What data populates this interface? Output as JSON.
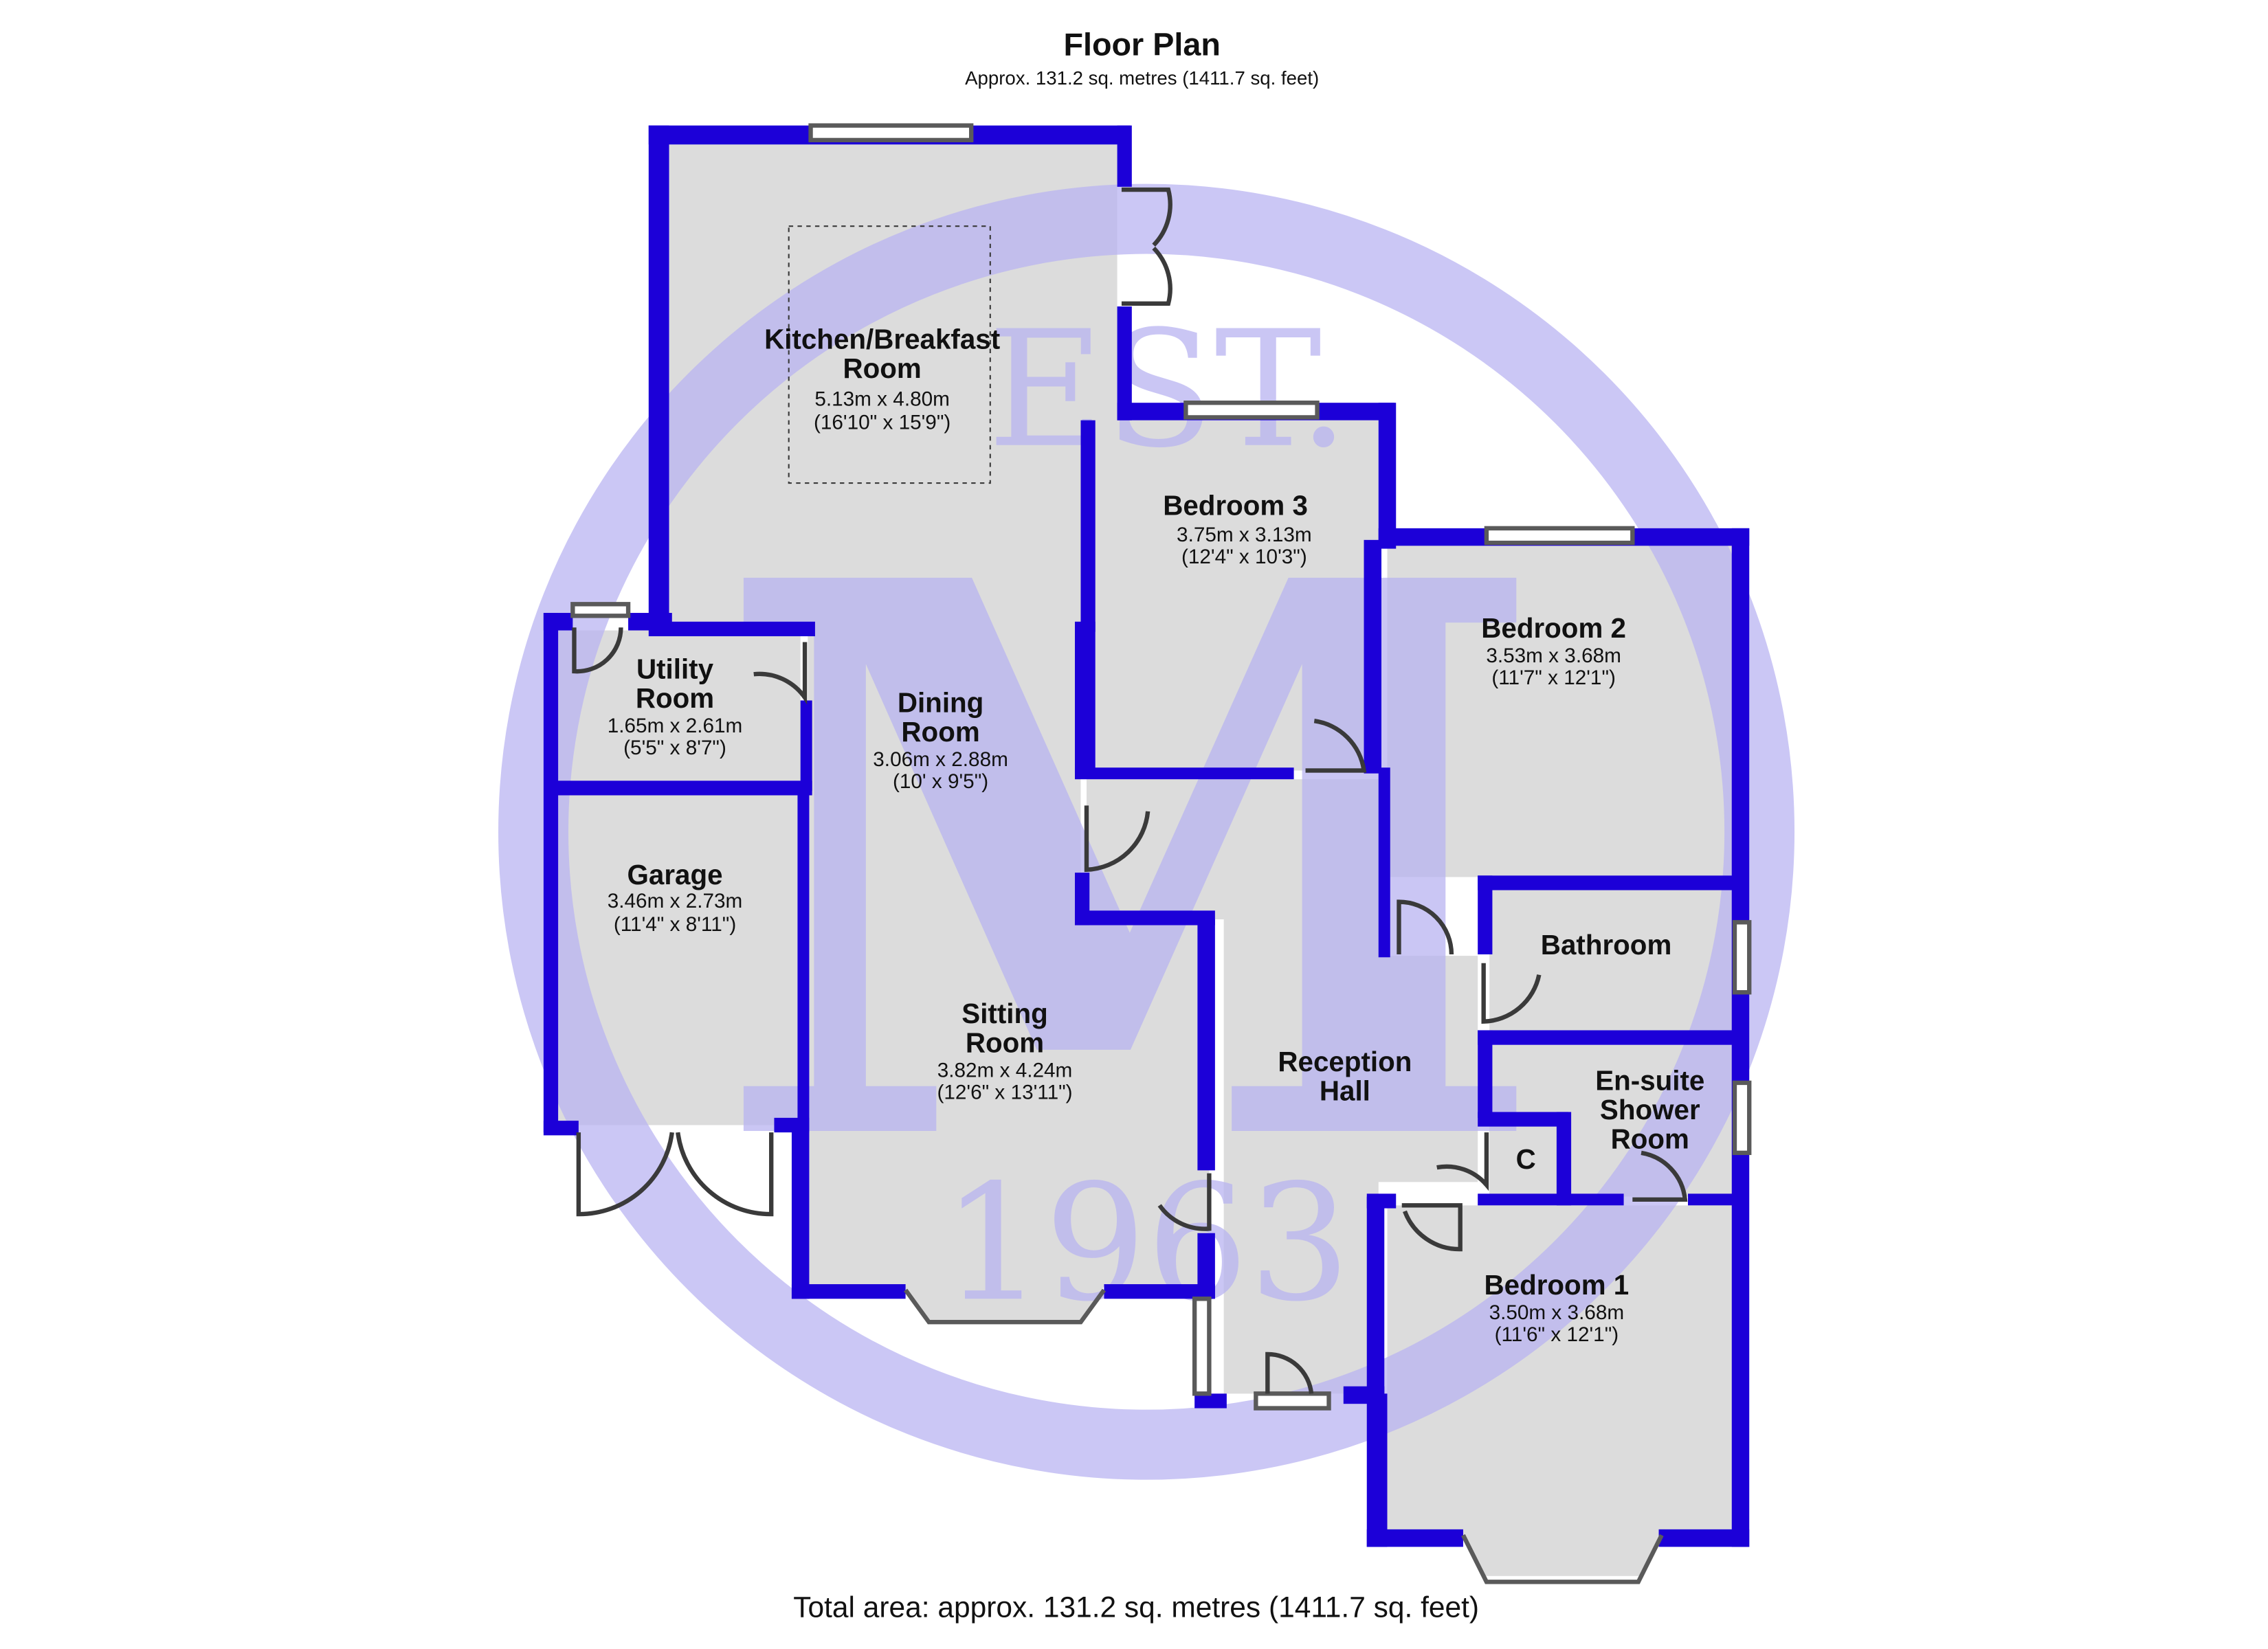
{
  "header": {
    "title": "Floor Plan",
    "subtitle": "Approx. 131.2 sq. metres (1411.7 sq. feet)"
  },
  "footer": {
    "total_area": "Total area: approx. 131.2 sq. metres (1411.7 sq. feet)"
  },
  "watermark": {
    "top_text": "EST.",
    "letter": "M",
    "year": "1963"
  },
  "rooms": {
    "kitchen": {
      "name_line1": "Kitchen/Breakfast",
      "name_line2": "Room",
      "metric": "5.13m x 4.80m",
      "imperial": "(16'10\" x 15'9\")"
    },
    "bedroom3": {
      "name": "Bedroom 3",
      "metric": "3.75m x 3.13m",
      "imperial": "(12'4\" x 10'3\")"
    },
    "bedroom2": {
      "name": "Bedroom 2",
      "metric": "3.53m x 3.68m",
      "imperial": "(11'7\" x 12'1\")"
    },
    "utility": {
      "name_line1": "Utility",
      "name_line2": "Room",
      "metric": "1.65m x 2.61m",
      "imperial": "(5'5\" x 8'7\")"
    },
    "dining": {
      "name_line1": "Dining",
      "name_line2": "Room",
      "metric": "3.06m x 2.88m",
      "imperial": "(10' x 9'5\")"
    },
    "garage": {
      "name": "Garage",
      "metric": "3.46m x 2.73m",
      "imperial": "(11'4\" x 8'11\")"
    },
    "bathroom": {
      "name": "Bathroom"
    },
    "sitting": {
      "name_line1": "Sitting",
      "name_line2": "Room",
      "metric": "3.82m x 4.24m",
      "imperial": "(12'6\" x 13'11\")"
    },
    "reception": {
      "name_line1": "Reception",
      "name_line2": "Hall"
    },
    "ensuite": {
      "name_line1": "En-suite",
      "name_line2": "Shower",
      "name_line3": "Room"
    },
    "cupboard": {
      "name": "C"
    },
    "bedroom1": {
      "name": "Bedroom 1",
      "metric": "3.50m x 3.68m",
      "imperial": "(11'6\" x 12'1\")"
    }
  },
  "colors": {
    "wall": "#1c00d8",
    "floor": "#dcdcdc",
    "watermark": "#b9b4f1"
  }
}
